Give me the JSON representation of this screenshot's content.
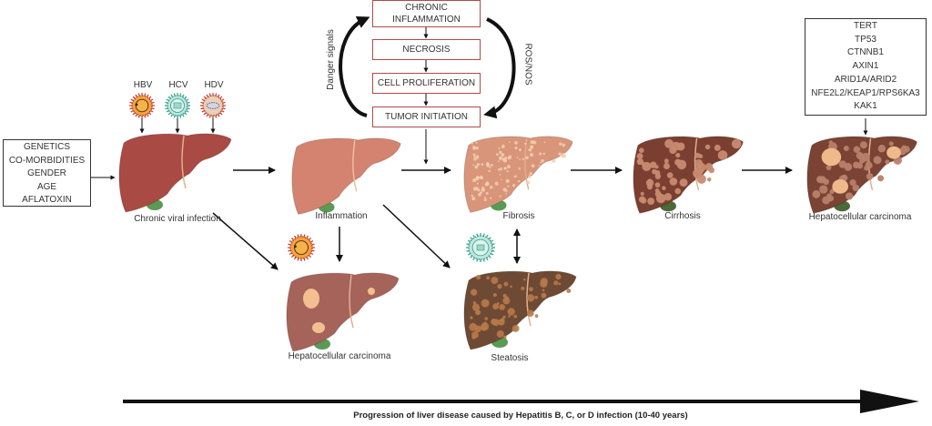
{
  "risk_factors": {
    "items": [
      "GENETICS",
      "CO-MORBIDITIES",
      "GENDER",
      "AGE",
      "AFLATOXIN"
    ]
  },
  "viruses": [
    {
      "label": "HBV",
      "icon": "hbv-virus-icon",
      "color": "#e8892a"
    },
    {
      "label": "HCV",
      "icon": "hcv-virus-icon",
      "color": "#3aa89a"
    },
    {
      "label": "HDV",
      "icon": "hdv-virus-icon",
      "color": "#c9a98a"
    }
  ],
  "cycle": {
    "steps": [
      "CHRONIC\nINFLAMMATION",
      "NECROSIS",
      "CELL PROLIFERATION",
      "TUMOR INITIATION"
    ],
    "left_label": "Danger signals",
    "right_label": "ROS/NOS",
    "border_color": "#b04a4a"
  },
  "genes": {
    "items": [
      "TERT",
      "TP53",
      "CTNNB1",
      "AXIN1",
      "ARID1A/ARID2",
      "NFE2L2/KEAP1/RPS6KA3",
      "KAK1"
    ]
  },
  "stages": {
    "chronic": {
      "label": "Chronic viral infection",
      "color": "#a94a44"
    },
    "inflammation": {
      "label": "Inflammation",
      "color": "#d3836f"
    },
    "fibrosis": {
      "label": "Fibrosis",
      "color": "#d8957a"
    },
    "cirrhosis": {
      "label": "Cirrhosis",
      "color": "#7a3f30"
    },
    "hcc_top": {
      "label": "Hepatocellular carcinoma",
      "color": "#7a4334"
    },
    "hcc_bottom": {
      "label": "Hepatocellular carcinoma",
      "color": "#a5635a"
    },
    "steatosis": {
      "label": "Steatosis",
      "color": "#6e4a34"
    }
  },
  "footer": {
    "label": "Progression of liver disease caused by Hepatitis B, C, or D infection (10-40 years)"
  }
}
